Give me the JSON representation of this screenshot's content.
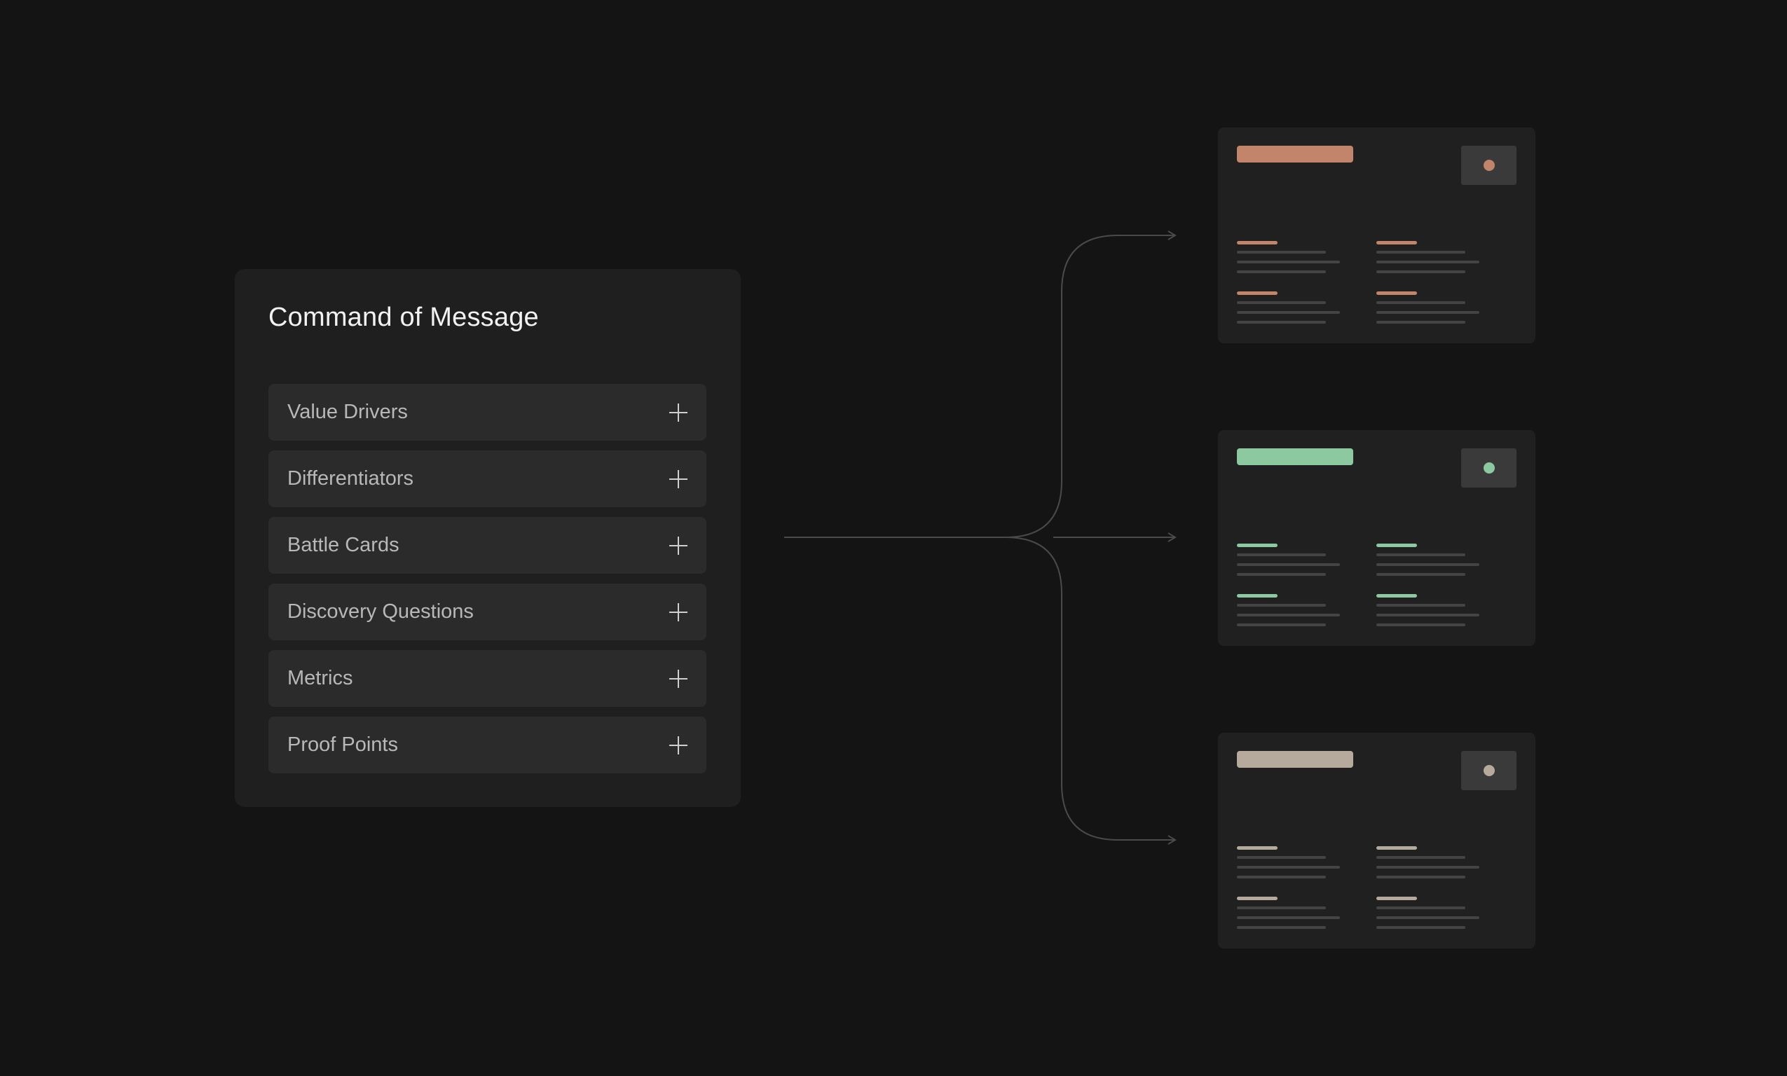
{
  "panel": {
    "title": "Command of Message",
    "items": [
      {
        "label": "Value Drivers"
      },
      {
        "label": "Differentiators"
      },
      {
        "label": "Battle Cards"
      },
      {
        "label": "Discovery Questions"
      },
      {
        "label": "Metrics"
      },
      {
        "label": "Proof Points"
      }
    ]
  },
  "outputs": [
    {
      "accent": "#c2846a"
    },
    {
      "accent": "#8cc9a1"
    },
    {
      "accent": "#b6aa9c"
    }
  ],
  "colors": {
    "background": "#141414",
    "panel": "#1f1f1f",
    "item": "#2b2b2b",
    "connector": "#4a4a4a"
  }
}
